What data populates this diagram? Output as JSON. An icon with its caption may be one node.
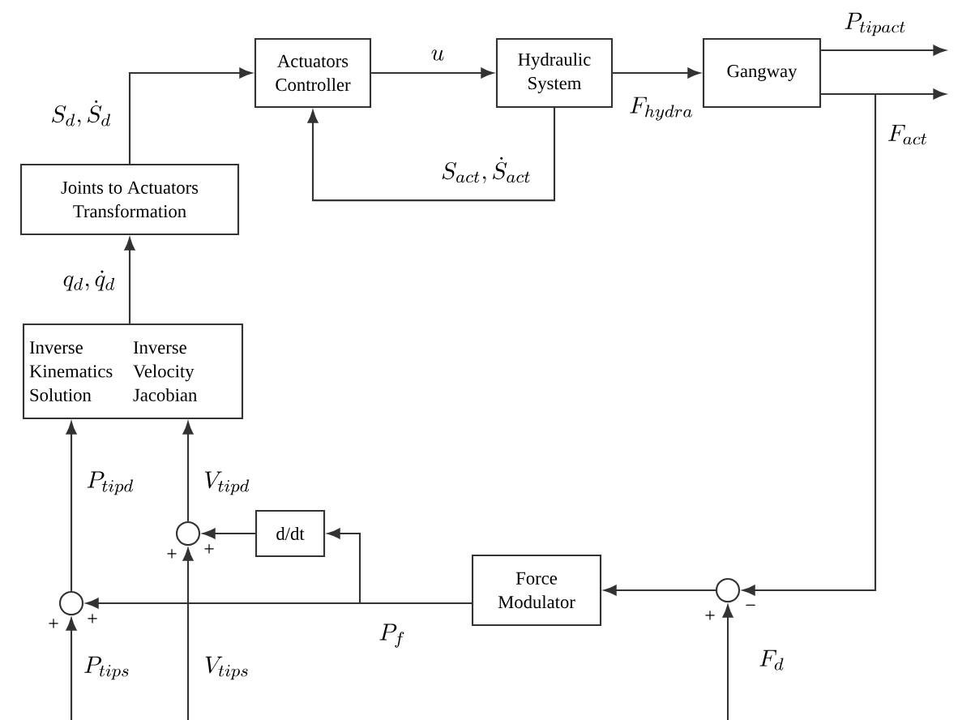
{
  "diagram": {
    "nodes": [
      {
        "text": [
          "Actuators Controller"
        ]
      },
      {
        "text": [
          "Hydraulic System"
        ]
      },
      {
        "text": [
          "Gangway"
        ]
      },
      {
        "text": [
          "Joints to Actuators Transformation"
        ]
      },
      {
        "text": [
          "Inverse Kinematics Solution",
          "Inverse Velocity Jacobian"
        ]
      },
      {
        "text": [
          "d/dt"
        ]
      },
      {
        "text": [
          "Force Modulator"
        ]
      },
      {
        "text": [],
        "shape": "circle",
        "beside": [
          "+",
          "+"
        ]
      },
      {
        "text": [],
        "shape": "circle",
        "beside": [
          "+",
          "+"
        ]
      },
      {
        "text": [],
        "shape": "circle",
        "beside": [
          "+",
          "−"
        ]
      }
    ],
    "edges": [
      {
        "from": 3,
        "to": 0,
        "arrow": "to",
        "label": "S_d, \\dot{S}_d"
      },
      {
        "from": 0,
        "to": 1,
        "arrow": "to",
        "label": "u"
      },
      {
        "from": 1,
        "to": 2,
        "arrow": "to",
        "label": "F_{hydra}"
      },
      {
        "from": 1,
        "to": 0,
        "arrow": "to",
        "label": "S_{act}, \\dot{S}_{act}"
      },
      {
        "from": 2,
        "to": null,
        "arrow": "to",
        "label": "P_{tipact}"
      },
      {
        "from": 2,
        "to": null,
        "arrow": "to",
        "label": "F_{act}"
      },
      {
        "from": 2,
        "to": 9,
        "arrow": "to"
      },
      {
        "from": 9,
        "to": 6,
        "arrow": "to"
      },
      {
        "from": 6,
        "to": 8,
        "arrow": "to",
        "label": "P_f"
      },
      {
        "from": 6,
        "to": 5,
        "arrow": "to"
      },
      {
        "from": 5,
        "to": 7,
        "arrow": "to"
      },
      {
        "from": 4,
        "to": 3,
        "arrow": "to",
        "label": "q_d, \\dot{q}_d"
      },
      {
        "from": 8,
        "to": 4,
        "arrow": "to",
        "label": "P_{tipd}"
      },
      {
        "from": 7,
        "to": 4,
        "arrow": "to",
        "label": "V_{tipd}"
      },
      {
        "from": null,
        "to": 8,
        "arrow": "to",
        "label": "P_{tips}"
      },
      {
        "from": null,
        "to": 7,
        "arrow": "to",
        "label": "V_{tips}"
      },
      {
        "from": null,
        "to": 9,
        "arrow": "to",
        "label": "F_d"
      }
    ]
  }
}
